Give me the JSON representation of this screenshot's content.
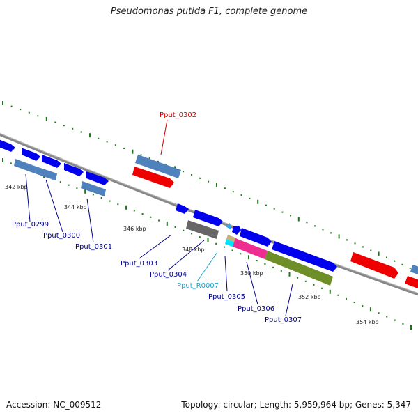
{
  "title": "Pseudomonas putida F1, complete genome",
  "footer": {
    "accession": "Accession: NC_009512",
    "topology": "Topology: circular; Length: 5,959,964 bp; Genes: 5,347"
  },
  "colors": {
    "cds": "#0000ee",
    "cds_light": "#4f82bd",
    "rna": "#ee0000",
    "trna": "#00e5ff",
    "pseudo": "#666666",
    "magenta": "#ee2d92",
    "olive": "#6e8e27",
    "tick": "#1a7a1a",
    "backbone": "#888888"
  },
  "kbp_labels": [
    "342 kbp",
    "344 kbp",
    "346 kbp",
    "348 kbp",
    "350 kbp",
    "352 kbp",
    "354 kbp"
  ],
  "gene_labels": [
    {
      "text": "Pput_0302",
      "color": "#cc0000"
    },
    {
      "text": "Pput_0299",
      "color": "#00008b"
    },
    {
      "text": "Pput_0300",
      "color": "#00008b"
    },
    {
      "text": "Pput_0301",
      "color": "#00008b"
    },
    {
      "text": "Pput_0303",
      "color": "#00008b"
    },
    {
      "text": "Pput_0304",
      "color": "#00008b"
    },
    {
      "text": "Pput_R0007",
      "color": "#1aa3cc"
    },
    {
      "text": "Pput_0305",
      "color": "#00008b"
    },
    {
      "text": "Pput_0306",
      "color": "#00008b"
    },
    {
      "text": "Pput_0307",
      "color": "#00008b"
    }
  ]
}
